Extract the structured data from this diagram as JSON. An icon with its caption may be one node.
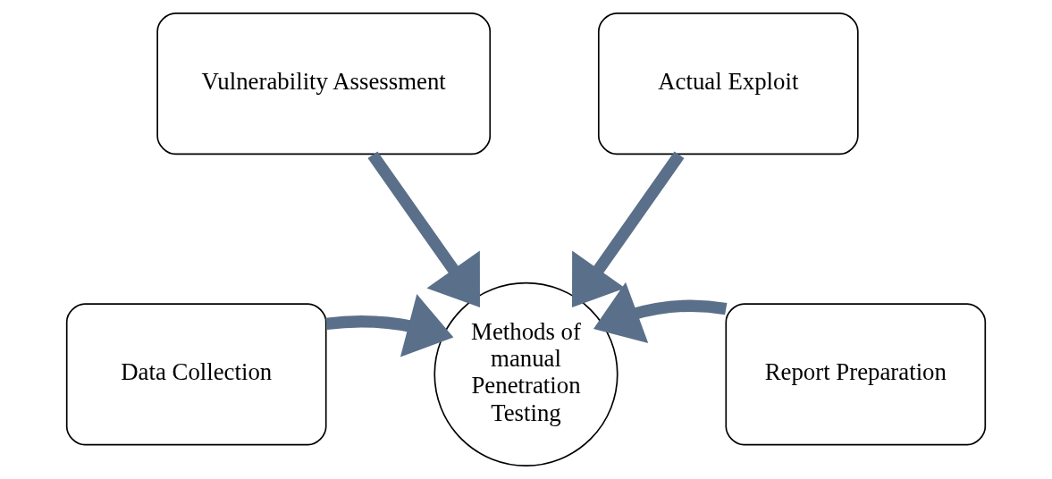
{
  "diagram": {
    "nodes": [
      {
        "text": [
          "Vulnerability Assessment"
        ]
      },
      {
        "text": [
          "Actual Exploit"
        ]
      },
      {
        "text": [
          "Data Collection"
        ]
      },
      {
        "text": [
          "Methods of manual Penetration Testing"
        ]
      },
      {
        "text": [
          "Report Preparation"
        ]
      }
    ],
    "edges": [
      {
        "from": 0,
        "to": 3,
        "arrow": "to"
      },
      {
        "from": 1,
        "to": 3,
        "arrow": "to"
      },
      {
        "from": 2,
        "to": 3,
        "arrow": "to"
      },
      {
        "from": 4,
        "to": 3,
        "arrow": "to"
      }
    ]
  }
}
